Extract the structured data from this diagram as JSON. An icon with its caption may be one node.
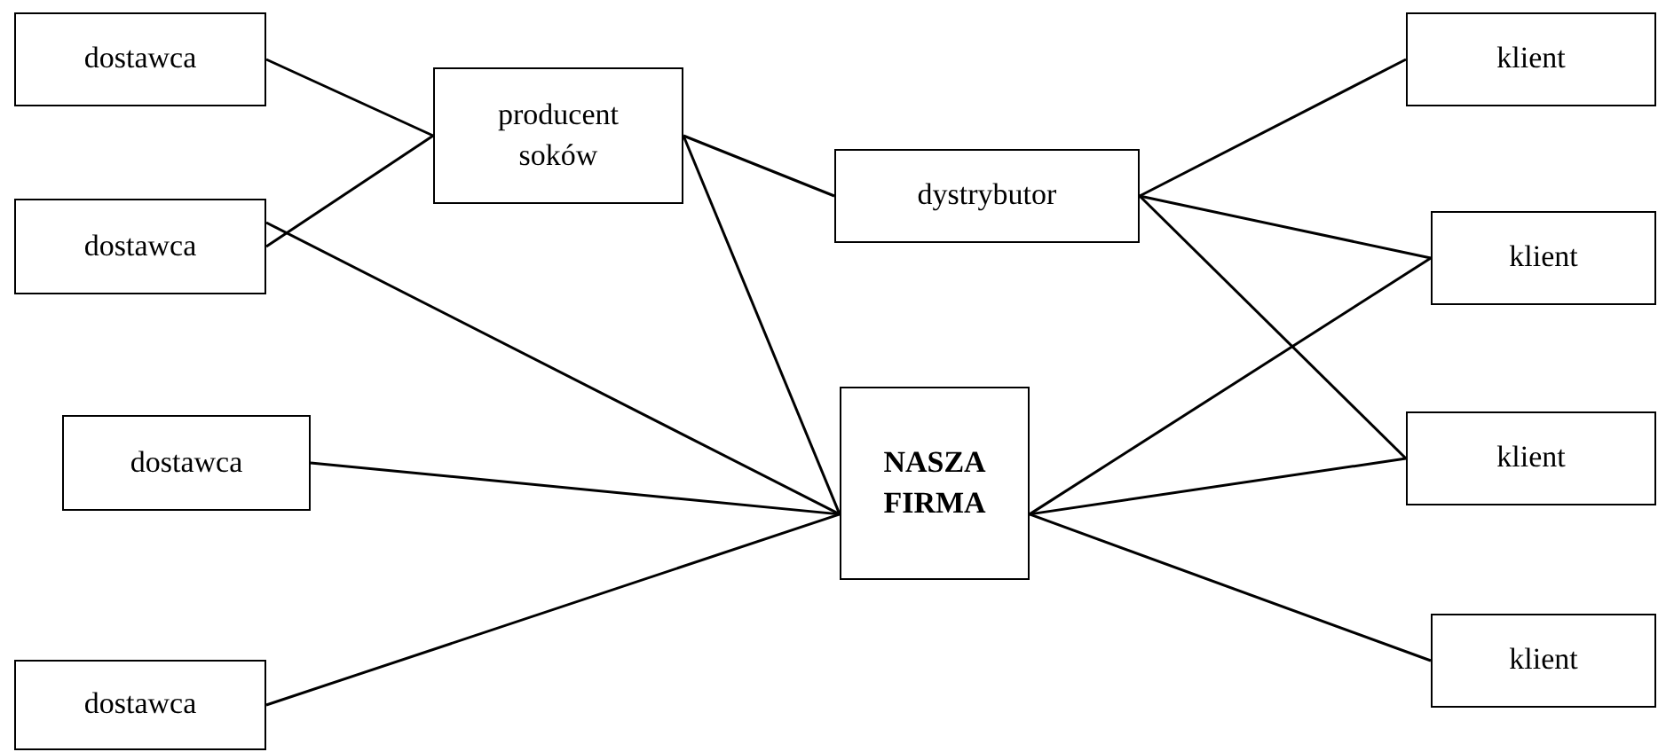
{
  "diagram": {
    "nodes": [
      {
        "text": [
          "dostawca"
        ]
      },
      {
        "text": [
          "dostawca"
        ]
      },
      {
        "text": [
          "dostawca"
        ]
      },
      {
        "text": [
          "dostawca"
        ]
      },
      {
        "text": [
          "producent soków"
        ]
      },
      {
        "text": [
          "dystrybutor"
        ]
      },
      {
        "text": [
          "NASZA FIRMA"
        ]
      },
      {
        "text": [
          "klient"
        ]
      },
      {
        "text": [
          "klient"
        ]
      },
      {
        "text": [
          "klient"
        ]
      },
      {
        "text": [
          "klient"
        ]
      }
    ],
    "edges": [
      {
        "from": 0,
        "to": 4,
        "arrow": "none"
      },
      {
        "from": 1,
        "to": 4,
        "arrow": "none"
      },
      {
        "from": 1,
        "to": 6,
        "arrow": "none"
      },
      {
        "from": 2,
        "to": 6,
        "arrow": "none"
      },
      {
        "from": 3,
        "to": 6,
        "arrow": "none"
      },
      {
        "from": 4,
        "to": 5,
        "arrow": "none"
      },
      {
        "from": 4,
        "to": 6,
        "arrow": "none"
      },
      {
        "from": 5,
        "to": 7,
        "arrow": "none"
      },
      {
        "from": 5,
        "to": 8,
        "arrow": "none"
      },
      {
        "from": 5,
        "to": 9,
        "arrow": "none"
      },
      {
        "from": 6,
        "to": 8,
        "arrow": "none"
      },
      {
        "from": 6,
        "to": 9,
        "arrow": "none"
      },
      {
        "from": 6,
        "to": 10,
        "arrow": "none"
      }
    ]
  }
}
